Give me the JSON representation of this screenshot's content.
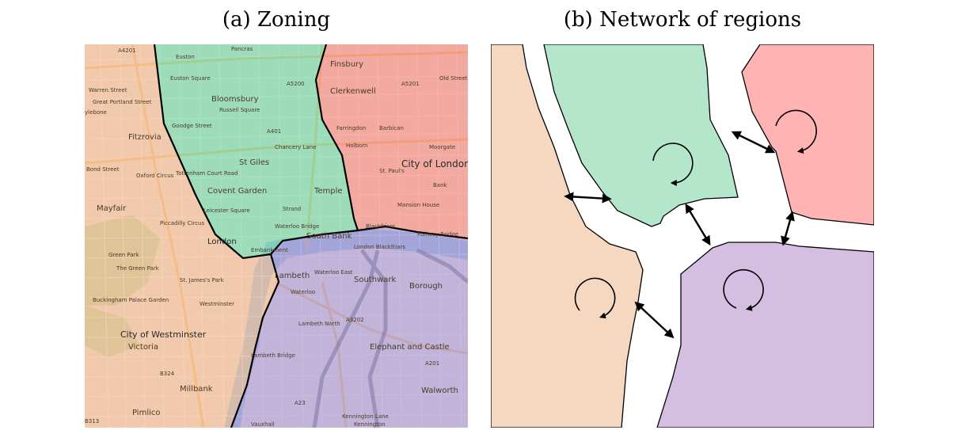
{
  "captions": {
    "zoning": "(a) Zoning",
    "network": "(b) Network of regions"
  },
  "zone_colors": {
    "west": "#f5b48a",
    "north": "#5fd6a0",
    "east": "#f77a72",
    "south": "#9f8cd8"
  },
  "region_colors": {
    "west": "#f6d7c0",
    "north": "#b3e6cb",
    "east": "#ffb3b3",
    "south": "#d4bfe2"
  },
  "map_labels": {
    "a4201": "A4201",
    "pancras": "Pancras",
    "euston": "Euston",
    "euston_square": "Euston Square",
    "warren_street": "Warren Street",
    "great_portland_street": "Great Portland Street",
    "marylebone": "ylebone",
    "bloomsbury": "Bloomsbury",
    "russell_square": "Russell Square",
    "a5200": "A5200",
    "finsbury": "Finsbury",
    "a5201": "A5201",
    "old_street": "Old Street",
    "clerkenwell": "Clerkenwell",
    "fitzrovia": "Fitzrovia",
    "goodge_street": "Goodge Street",
    "a401": "A401",
    "farringdon": "Farringdon",
    "barbican": "Barbican",
    "holborn": "Holborn",
    "moorgate": "Moorgate",
    "chancery_lane": "Chancery Lane",
    "st_giles": "St Giles",
    "city_of_london": "City of London",
    "oxford_circus": "Oxford Circus",
    "tottenham_court_road": "Tottenham Court Road",
    "st_pauls": "St. Paul's",
    "bond_street": "Bond Street",
    "covent_garden": "Covent Garden",
    "temple": "Temple",
    "bank": "Bank",
    "mayfair": "Mayfair",
    "strand": "Strand",
    "mansion_house": "Mansion House",
    "blackfriars": "Blackfriars",
    "leicester_square": "Leicester Square",
    "piccadilly_circus": "Piccadilly Circus",
    "london_blackfriars": "London Blackfriars",
    "south_bank": "South Bank",
    "london": "London",
    "waterloo_bridge": "Waterloo Bridge",
    "embankment": "Embankment",
    "railway_bridge": "Railway Bridge",
    "green_park": "Green Park",
    "the_green_park": "The Green Park",
    "waterloo_east": "Waterloo East",
    "southwark": "Southwark",
    "borough": "Borough",
    "st_jamess_park_area": "St. James's Park",
    "buckingham_palace_garden": "Buckingham Palace Garden",
    "westminster": "Westminster",
    "lambeth": "Lambeth",
    "waterloo": "Waterloo",
    "a3202": "A3202",
    "city_of_westminster": "City of Westminster",
    "victoria": "Victoria",
    "lambeth_north": "Lambeth North",
    "elephant_and_castle": "Elephant and Castle",
    "b324": "B324",
    "lambeth_bridge": "Lambeth Bridge",
    "a201": "A201",
    "millbank": "Millbank",
    "walworth": "Walworth",
    "pimlico": "Pimlico",
    "a23": "A23",
    "kennington_lane": "Kennington Lane",
    "kennington": "Kennington",
    "vauxhall": "Vauxhall",
    "b313": "B313"
  }
}
